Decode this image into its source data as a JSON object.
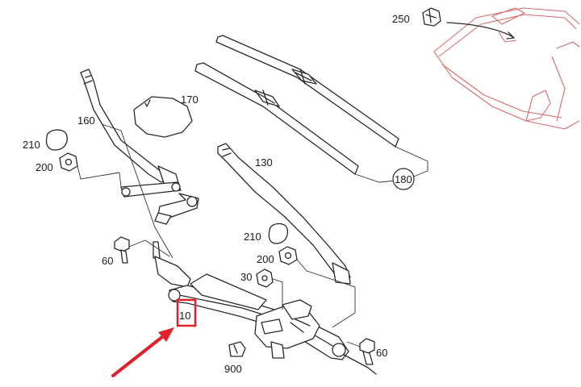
{
  "labels": {
    "p10": "10",
    "p30": "30",
    "p60a": "60",
    "p60b": "60",
    "p130": "130",
    "p160": "160",
    "p170": "170",
    "p180": "180",
    "p200a": "200",
    "p200b": "200",
    "p210a": "210",
    "p210b": "210",
    "p250": "250",
    "p900": "900"
  },
  "colors": {
    "highlight": "#e0202a",
    "car_outline": "#d96a6a",
    "line": "#2a2a2a"
  }
}
